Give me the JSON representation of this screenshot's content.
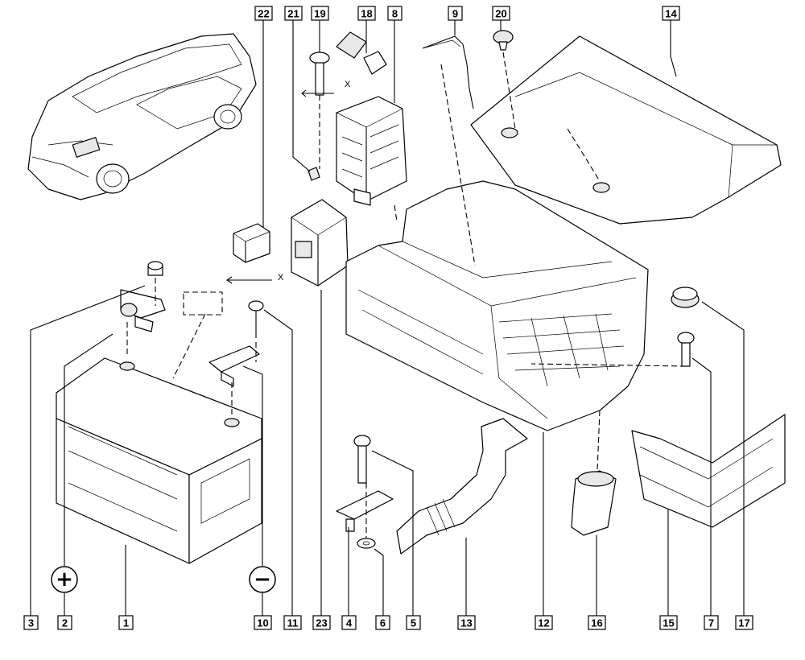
{
  "callouts": [
    "1",
    "2",
    "3",
    "4",
    "5",
    "6",
    "7",
    "8",
    "9",
    "10",
    "11",
    "12",
    "13",
    "14",
    "15",
    "16",
    "17",
    "18",
    "19",
    "20",
    "21",
    "22",
    "23"
  ],
  "polarity": {
    "positive": "+",
    "negative": "−"
  },
  "axis_marks": {
    "upper": "X",
    "lower": "X"
  }
}
